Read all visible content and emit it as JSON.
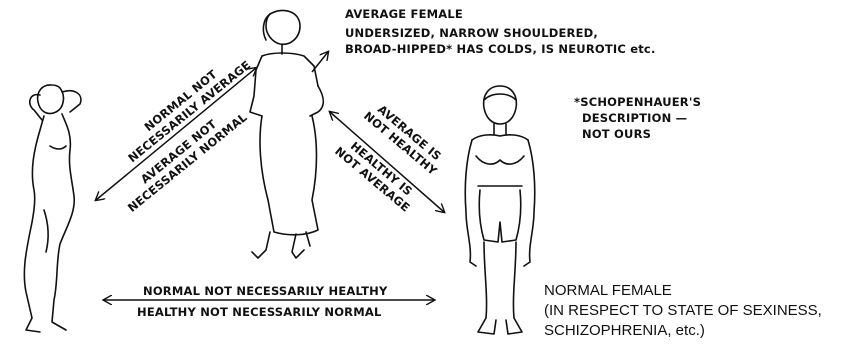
{
  "average_female": {
    "title": "AVERAGE FEMALE",
    "line1": "UNDERSIZED, NARROW SHOULDERED,",
    "line2": "BROAD-HIPPED* HAS COLDS, IS NEUROTIC etc."
  },
  "footnote": {
    "line1": "*SCHOPENHAUER'S",
    "line2": "DESCRIPTION —",
    "line3": "NOT OURS"
  },
  "left_arrow": {
    "above1": "NORMAL NOT",
    "above2": "NECESSARILY AVERAGE",
    "below1": "AVERAGE NOT",
    "below2": "NECESSARILY NORMAL"
  },
  "right_arrow": {
    "above1": "AVERAGE IS",
    "above2": "NOT HEALTHY",
    "below1": "HEALTHY IS",
    "below2": "NOT AVERAGE"
  },
  "bottom_arrow": {
    "above": "NORMAL NOT NECESSARILY HEALTHY",
    "below": "HEALTHY NOT NECESSARILY NORMAL"
  },
  "normal_female": {
    "line1": "NORMAL FEMALE",
    "line2": "(IN RESPECT TO STATE OF SEXINESS,",
    "line3": "SCHIZOPHRENIA, etc.)"
  }
}
